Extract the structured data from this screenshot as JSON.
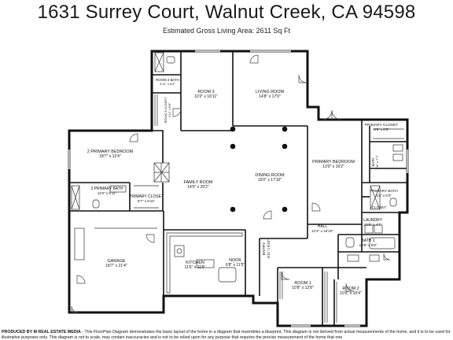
{
  "header": {
    "title": "1631 Surrey Court, Walnut Creek, CA 94598",
    "subtitle": "Estimated Gross Living Area: 2611 Sq Ft"
  },
  "rooms": {
    "room3": {
      "name": "ROOM 3",
      "dims": "10'2\" x 16'11\""
    },
    "living_room": {
      "name": "LIVING ROOM",
      "dims": "14'8\" x 17'0\""
    },
    "room3_bath": {
      "name": "ROOM 3 BATH",
      "dims": "4'11\" x 6'3\""
    },
    "room3_closet": {
      "name": "ROOM 3 CLOSET",
      "dims": "4'11\" x 6'5\""
    },
    "primary_bedroom_2": {
      "name": "2 PRIMARY BEDROOM",
      "dims": "18'7\" x 12'4\""
    },
    "primary_bath_2": {
      "name": "2 PRIMARY BATH",
      "dims": "11'9\" x 5'11\""
    },
    "primary_closet_2": {
      "name": "PRIMARY CLOSET",
      "dims": "6'7\" x 6'11\""
    },
    "family_room": {
      "name": "FAMILY ROOM",
      "dims": "14'0\" x 20'2\""
    },
    "dining_room": {
      "name": "DINING ROOM",
      "dims": "15'0\" x 17'10\""
    },
    "primary_bedroom": {
      "name": "PRIMARY BEDROOM",
      "dims": "13'0\" x 16'2\""
    },
    "primary_closet": {
      "name": "PRIMARY CLOSET",
      "dims": "8'9\" x 6'5\""
    },
    "primary_bath": {
      "name": "PRIMARY BATH",
      "dims": "5'2\" x 6'0\""
    },
    "bath_vanity": {
      "name": "BATH",
      "dims": "5'8\" x 7'7\""
    },
    "closet": {
      "name": "CLOSET",
      "dims": ""
    },
    "laundry": {
      "name": "LAUNDRY",
      "dims": "10'9\" x 4'7\""
    },
    "hall": {
      "name": "HALL",
      "dims": "12'4\" x 15'10\""
    },
    "bath1": {
      "name": "BATH 1",
      "dims": "10'8\" x 5'5\""
    },
    "garage": {
      "name": "GARAGE",
      "dims": "18'7\" x 21'4\""
    },
    "kitchen": {
      "name": "KITCHEN",
      "dims": "11'6\" x 11'5\""
    },
    "nook": {
      "name": "NOOK",
      "dims": "6'8\" x 11'5\""
    },
    "entry": {
      "name": "ENTRY",
      "dims": "5'11\" x 8'10\""
    },
    "room1": {
      "name": "ROOM 1",
      "dims": "10'8\" x 12'8\""
    },
    "room2": {
      "name": "ROOM 2",
      "dims": "10'9\" x 10'4\""
    }
  },
  "footer": {
    "produced_by": "PRODUCED BY I8 REAL ESTATE MEDIA",
    "disclaimer": " - This FloorPlan Diagram demonstrates the basic layout of the home in a diagram that resembles a blueprint. This diagram is not derived from actual measurements of the home, and it is to be used for illustrative purposes only. This diagram is not to scale, may contain inaccuracies and is not to be relied upon for any purpose that requires the precise measurement of the home that one"
  },
  "colors": {
    "wall": "#111111",
    "line": "#444444",
    "background": "#ffffff"
  }
}
